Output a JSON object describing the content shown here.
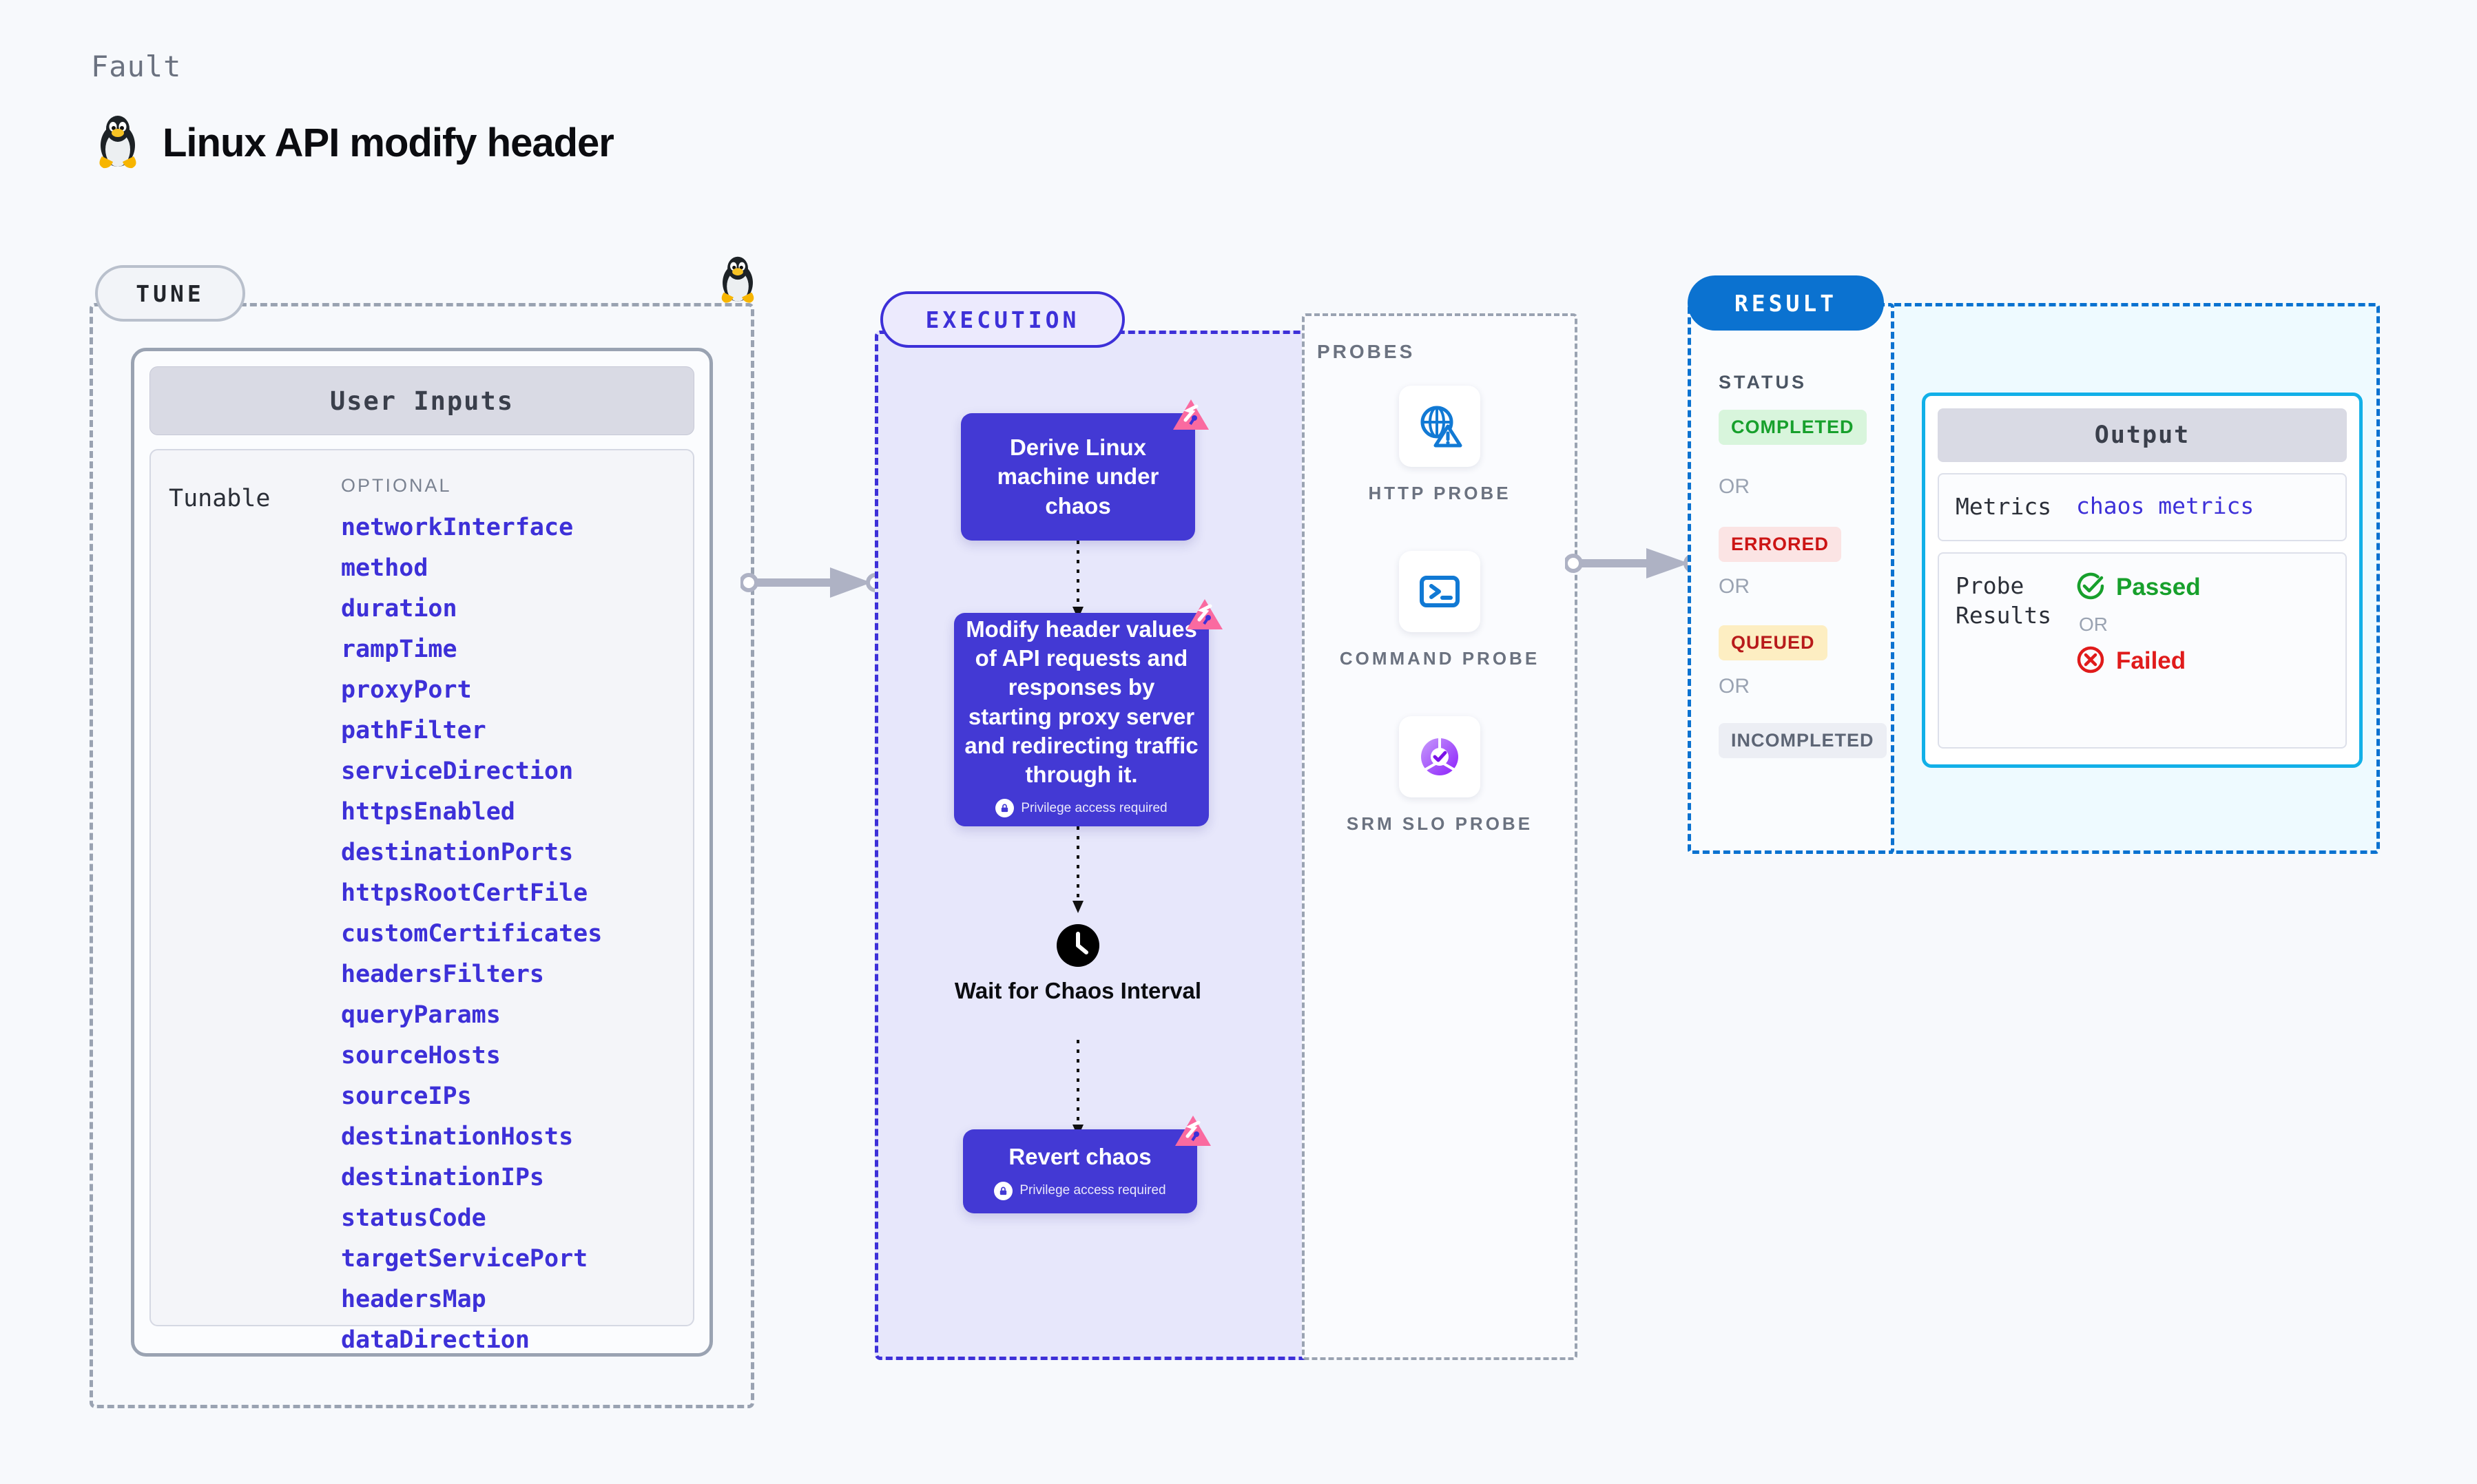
{
  "header": {
    "kicker": "Fault",
    "title": "Linux API modify header",
    "os_icon": "linux-penguin-icon"
  },
  "tune": {
    "lane_label": "TUNE",
    "card_header": "User Inputs",
    "key_label": "Tunable",
    "optional_label": "OPTIONAL",
    "tunables": [
      "networkInterface",
      "method",
      "duration",
      "rampTime",
      "proxyPort",
      "pathFilter",
      "serviceDirection",
      "httpsEnabled",
      "destinationPorts",
      "httpsRootCertFile",
      "customCertificates",
      "headersFilters",
      "queryParams",
      "sourceHosts",
      "sourceIPs",
      "destinationHosts",
      "destinationIPs",
      "statusCode",
      "targetServicePort",
      "headersMap",
      "dataDirection"
    ]
  },
  "execution": {
    "lane_label": "EXECUTION",
    "nodes": [
      {
        "text": "Derive Linux machine under chaos",
        "privilege": null,
        "badge": "chaos-corner-badge"
      },
      {
        "text": "Modify header values of API requests and responses by starting proxy server and redirecting traffic through it.",
        "privilege": "Privilege access required",
        "badge": "chaos-corner-badge"
      },
      {
        "text": "Revert chaos",
        "privilege": "Privilege access required",
        "badge": "chaos-corner-badge"
      }
    ],
    "wait_node": {
      "text": "Wait for Chaos Interval",
      "icon": "clock-icon"
    }
  },
  "probes": {
    "title": "PROBES",
    "items": [
      {
        "label": "HTTP PROBE",
        "icon": "globe-warning-icon"
      },
      {
        "label": "COMMAND PROBE",
        "icon": "terminal-icon"
      },
      {
        "label": "SRM SLO PROBE",
        "icon": "slo-donut-check-icon"
      }
    ]
  },
  "result": {
    "lane_label": "RESULT",
    "status_title": "STATUS",
    "or_label": "OR",
    "statuses": [
      {
        "label": "COMPLETED",
        "bg": "#d8f5dc",
        "fg": "#17a02c"
      },
      {
        "label": "ERRORED",
        "bg": "#fbe4e4",
        "fg": "#cc1515"
      },
      {
        "label": "QUEUED",
        "bg": "#fdeec2",
        "fg": "#b81b1b"
      },
      {
        "label": "INCOMPLETED",
        "bg": "#eceef4",
        "fg": "#5d6575"
      }
    ]
  },
  "output": {
    "header": "Output",
    "metrics_key": "Metrics",
    "metrics_value": "chaos metrics",
    "probe_results_key": "Probe Results",
    "passed_label": "Passed",
    "failed_label": "Failed",
    "or_label": "OR"
  },
  "colors": {
    "accent_indigo": "#3d30d8",
    "node_fill": "#4339d4",
    "exec_lane_fill": "#e7e7fb",
    "result_blue": "#0b72d0",
    "output_cyan": "#12b0e8",
    "badge_pink": "#fa6aa0",
    "page_bg": "#f7f9fc"
  }
}
